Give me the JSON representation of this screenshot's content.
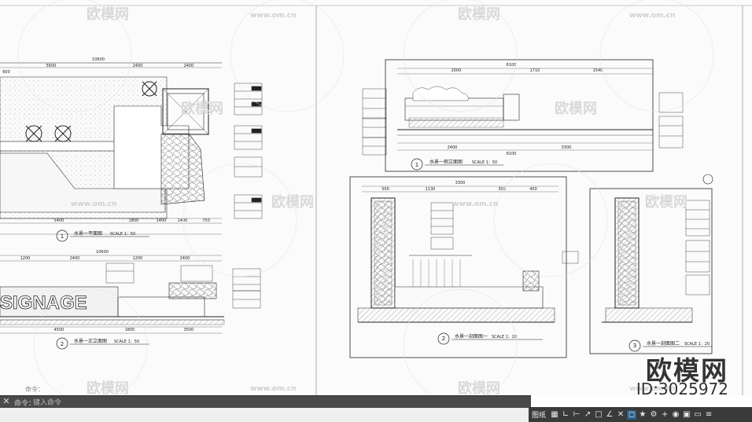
{
  "watermark": {
    "text": "欧模网",
    "url": "www.om.cn"
  },
  "branding": {
    "site_name": "欧模网",
    "id_label": "ID:3025972"
  },
  "drawings": {
    "plan": {
      "title": "水景一平面图",
      "scale": "SCALE 1：50",
      "number": "1",
      "dim_total": "10600",
      "dims_top": [
        "5600",
        "2400",
        "2400",
        "600"
      ],
      "dims_bottom": [
        "5400",
        "1800",
        "1400",
        "1400",
        "750"
      ]
    },
    "front_elevation": {
      "title": "水景一正立面图",
      "scale": "SCALE 1：50",
      "number": "2",
      "dim_total": "10600",
      "dims_top": [
        "1200",
        "2400",
        "1200",
        "2400"
      ],
      "dims_bottom": [
        "4500",
        "1800",
        "3500"
      ],
      "signage": "SIGNAGE"
    },
    "side_elevation": {
      "title": "水景一侧立面图",
      "scale": "SCALE 1：50",
      "number": "1",
      "dim_total": "6100",
      "dims_top": [
        "2000",
        "1710",
        "1540"
      ],
      "dims_bottom": [
        "2400",
        "3300"
      ],
      "dim_bottom_total": "6100"
    },
    "section_1": {
      "title": "水景一剖面图一",
      "scale": "SCALE 1：20",
      "number": "2",
      "dim_total": "3300",
      "dims_top": [
        "500",
        "1130",
        "300",
        "400"
      ]
    },
    "section_2": {
      "title": "水景一剖面图二",
      "scale": "SCALE 1：20",
      "number": "3"
    }
  },
  "command_line": {
    "prompt": "命令：",
    "placeholder": "键入命令",
    "history": "命令："
  },
  "status_bar": {
    "model_label": "图纸",
    "icons": [
      "grid-icon",
      "snap-icon",
      "ortho-icon",
      "polar-icon",
      "osnap-icon",
      "otrack-icon",
      "lineweight-icon",
      "annotation-icon",
      "workspace-icon",
      "gear-icon",
      "plus-icon",
      "isolate-icon",
      "hardware-icon",
      "clean-screen-icon",
      "menu-icon"
    ],
    "glyphs": [
      "▦",
      "∟",
      "⊢",
      "↗",
      "□",
      "∠",
      "✕",
      "◻",
      "★",
      "⚙",
      "+",
      "◉",
      "▣",
      "▭",
      "≡"
    ]
  },
  "colors": {
    "background": "#fbfbfb",
    "line": "#222222",
    "command_bar": "#4a4a4a",
    "status_bar": "#3a3a3a",
    "accent": "#2c5f8a"
  }
}
